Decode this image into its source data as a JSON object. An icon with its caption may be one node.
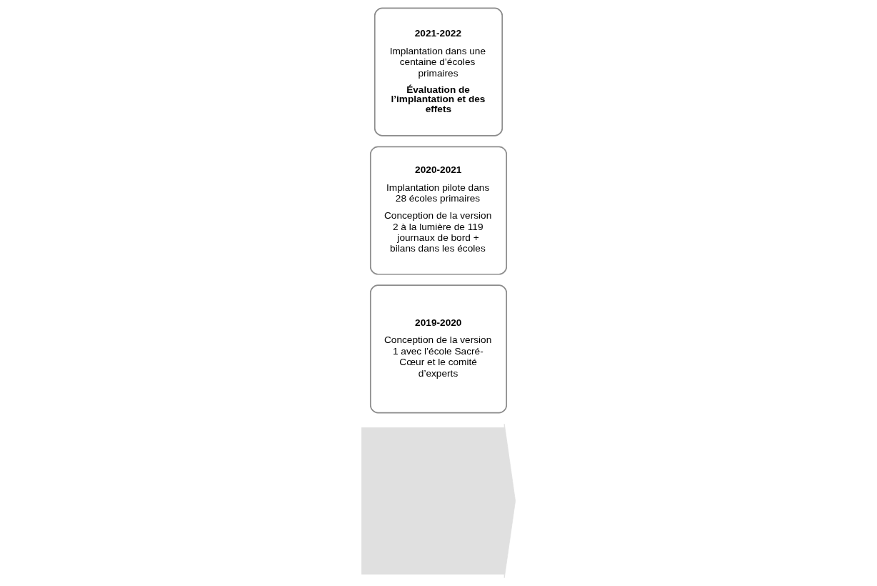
{
  "diagram": {
    "nodes": [
      {
        "text": [],
        "shape": "arrow"
      },
      {
        "text": [
          "2019-2020",
          "Conception de la version 1 avec l’école Sacré-Cœur et le comité d’experts"
        ]
      },
      {
        "text": [
          "2020-2021",
          "Implantation pilote dans 28 écoles primaires",
          "Conception de la version 2 à la lumière de 119 journaux de bord + bilans dans les écoles"
        ]
      },
      {
        "text": [
          "2021-2022",
          "Implantation dans une centaine d’écoles primaires",
          "Évaluation de l’implantation et des effets"
        ]
      }
    ],
    "edges": []
  }
}
